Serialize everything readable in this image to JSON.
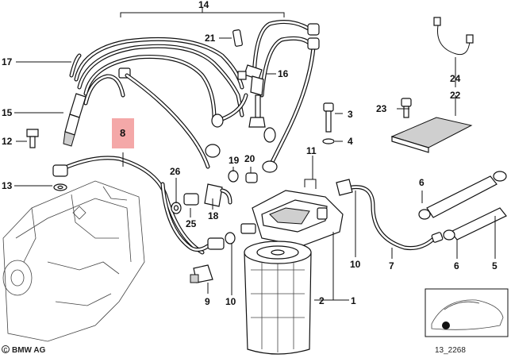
{
  "diagram": {
    "callouts": [
      "14",
      "21",
      "16",
      "17",
      "15",
      "12",
      "3",
      "4",
      "23",
      "22",
      "24",
      "8",
      "26",
      "19",
      "20",
      "11",
      "13",
      "25",
      "18",
      "6",
      "9",
      "10",
      "10",
      "7",
      "6",
      "5",
      "2",
      "1"
    ],
    "highlighted": "8",
    "brand": "BMW AG",
    "ref_code": "13_2268",
    "highlight_color": "#f4a8a8"
  }
}
